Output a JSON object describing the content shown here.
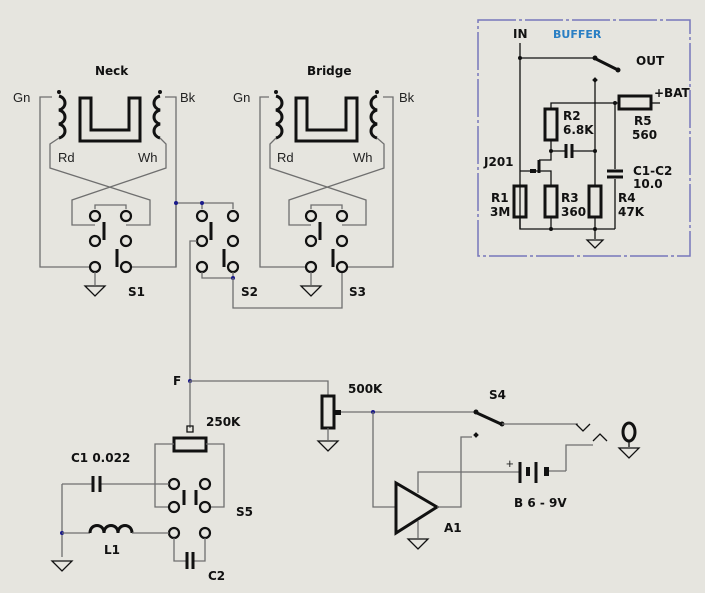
{
  "pickups": [
    {
      "name": "Neck",
      "wires": {
        "start_left": "Gn",
        "start_right": "Bk",
        "end_left": "Rd",
        "end_right": "Wh"
      }
    },
    {
      "name": "Bridge",
      "wires": {
        "start_left": "Gn",
        "start_right": "Bk",
        "end_left": "Rd",
        "end_right": "Wh"
      }
    }
  ],
  "switches": {
    "s1": "S1",
    "s2": "S2",
    "s3": "S3",
    "s4": "S4",
    "s5": "S5"
  },
  "nodes": {
    "f": "F"
  },
  "components": {
    "pot_tone": "250K",
    "pot_volume": "500K",
    "c1": "C1  0.022",
    "l1": "L1",
    "c2": "C2",
    "amp": "A1",
    "battery": "B 6 - 9V"
  },
  "buffer": {
    "title": "BUFFER",
    "in": "IN",
    "out": "OUT",
    "bat": "+BAT",
    "jfet": "J201",
    "r1": [
      "R1",
      "3M"
    ],
    "r2": [
      "R2",
      "6.8K"
    ],
    "r3": [
      "R3",
      "360"
    ],
    "r4": [
      "R4",
      "47K"
    ],
    "r5": [
      "R5",
      "560"
    ],
    "caps": [
      "C1-C2",
      "10.0"
    ]
  },
  "battery_polarity": "+",
  "colors": {
    "background": "#e6e5df",
    "wire": "#6f6f6f",
    "accent": "#2a7fc4",
    "junction": "#1a1a8a",
    "frame": "#7777bb"
  }
}
